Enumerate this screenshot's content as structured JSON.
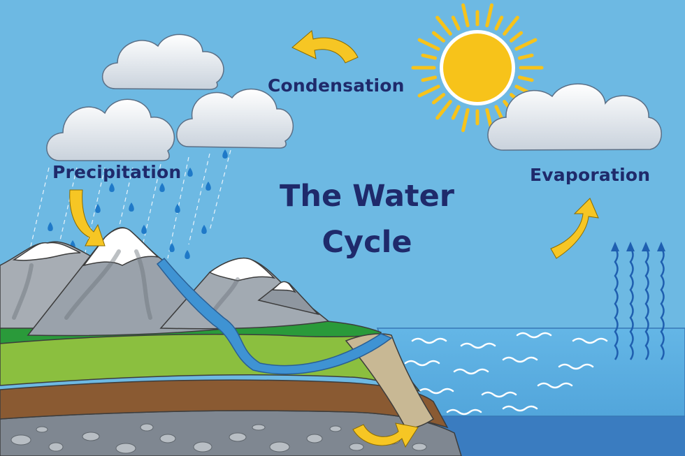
{
  "title": {
    "line1": "The Water",
    "line2": "Cycle"
  },
  "labels": {
    "condensation": "Condensation",
    "precipitation": "Precipitation",
    "evaporation": "Evaporation"
  },
  "colors": {
    "sky": "#6db9e3",
    "sea": "#5aaee0",
    "deep_sea": "#3a7cc0",
    "sun": "#f7c31a",
    "arrow": "#f6c624",
    "text": "#1f2a6b",
    "grass": "#8bbf3f",
    "soil": "#8a5a32",
    "rock": "#9aa2ab"
  },
  "icons": [
    "sun-icon",
    "cloud-icon",
    "raindrop-icon",
    "cycle-arrow-icon",
    "vapor-arrow-icon",
    "mountain-icon",
    "wave-icon"
  ]
}
